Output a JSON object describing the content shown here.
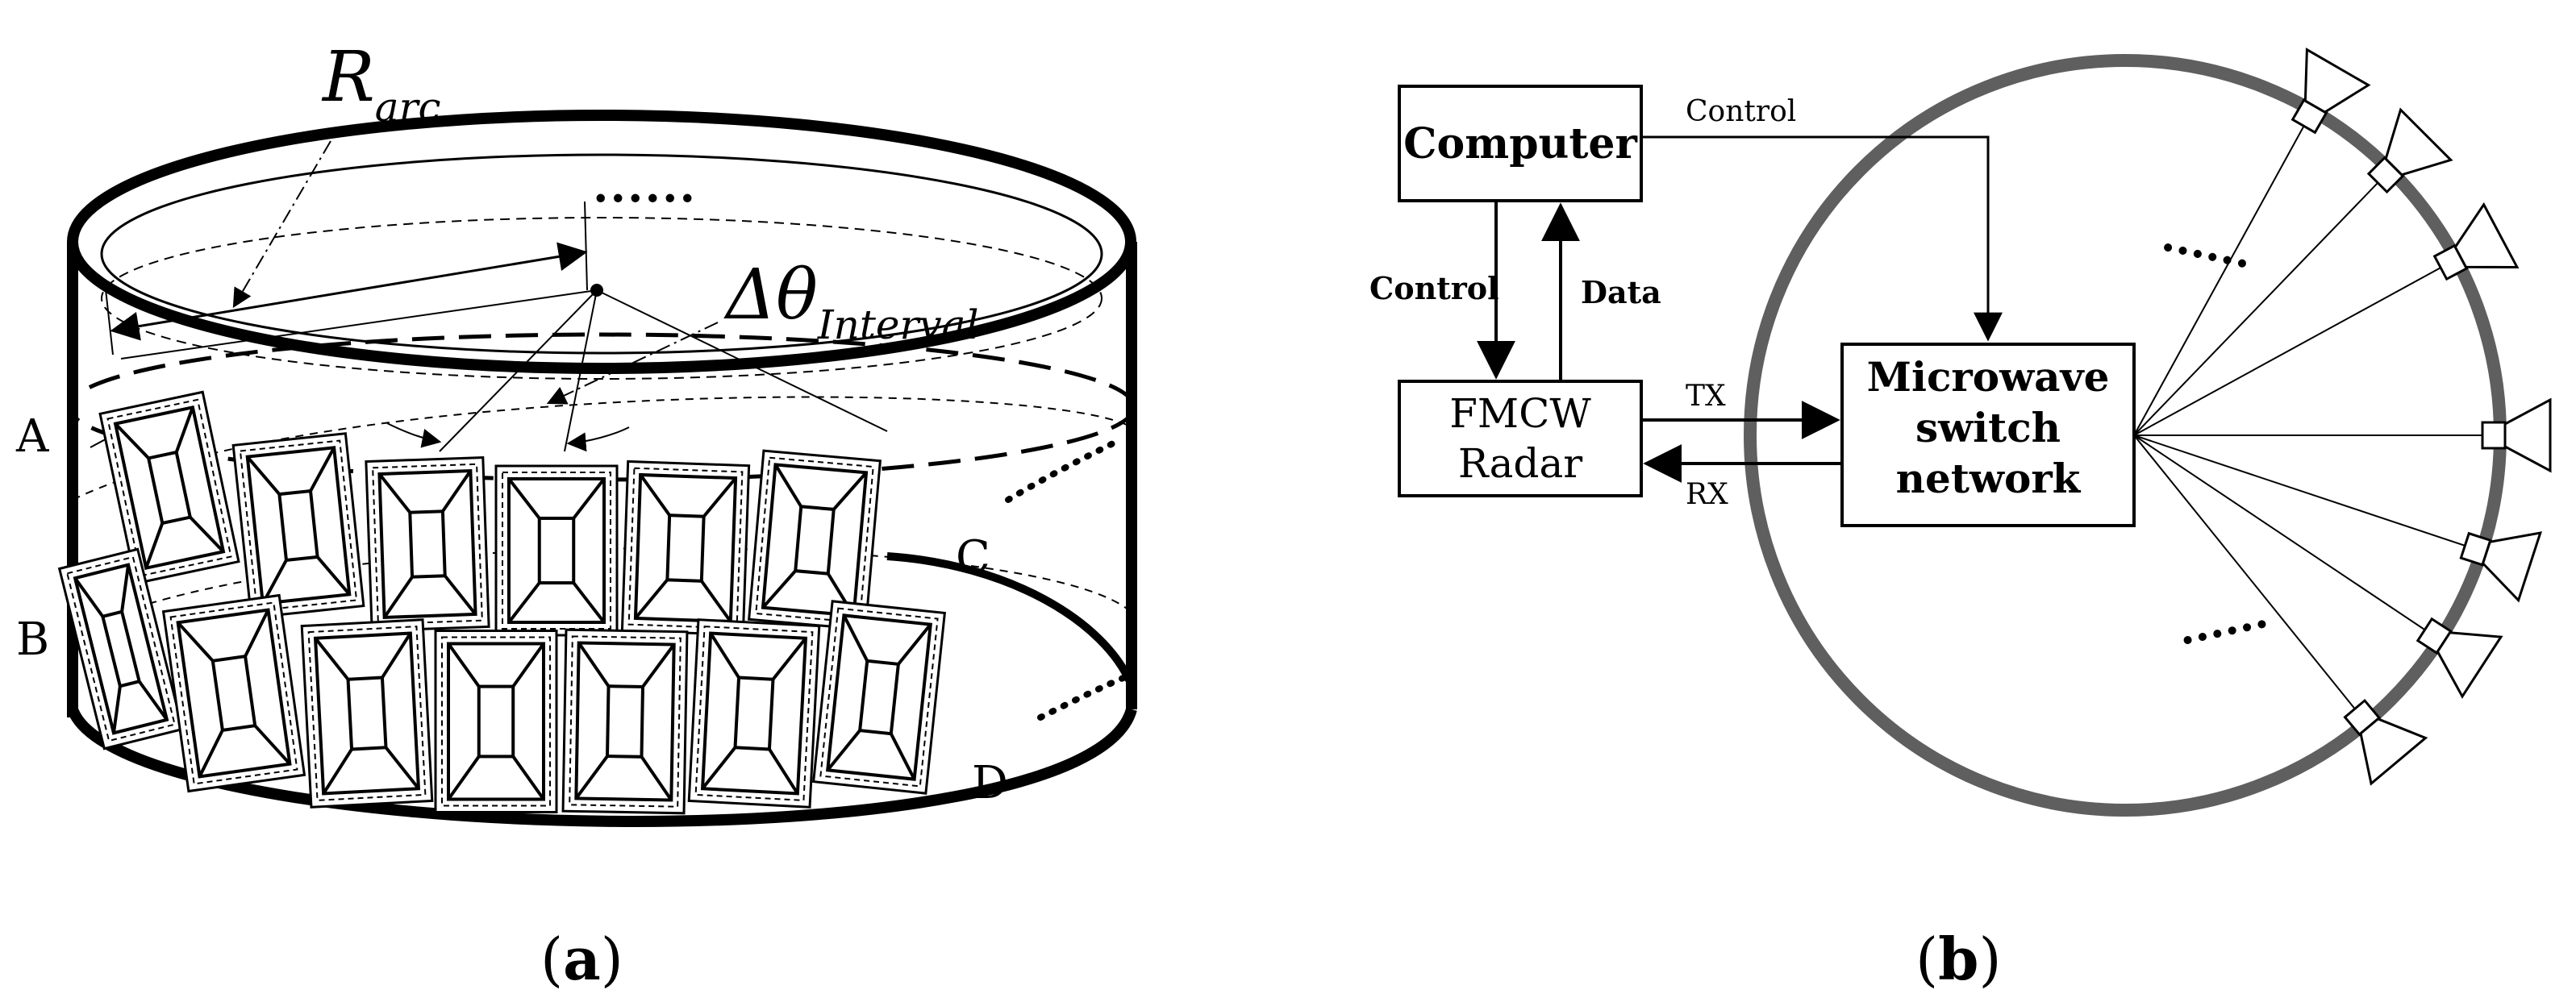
{
  "panel_a": {
    "caption_open": "(",
    "caption_letter": "a",
    "caption_close": ")",
    "r_main": "R",
    "r_sub": "arc",
    "delta_main": "Δθ",
    "delta_sub": "Interval",
    "dots": "......",
    "label_a": "A",
    "label_b": "B",
    "label_c": "C",
    "label_d": "D"
  },
  "panel_b": {
    "caption_open": "(",
    "caption_letter": "b",
    "caption_close": ")",
    "computer": "Computer",
    "radar_line1": "FMCW",
    "radar_line2": "Radar",
    "switch_line1": "Microwave",
    "switch_line2": "switch",
    "switch_line3": "network",
    "control_top": "Control",
    "control_left": "Control",
    "data": "Data",
    "tx": "TX",
    "rx": "RX",
    "dots_upper": "......",
    "dots_lower": "......"
  },
  "colors": {
    "ink": "#000000",
    "ring": "#5f5f5f"
  }
}
